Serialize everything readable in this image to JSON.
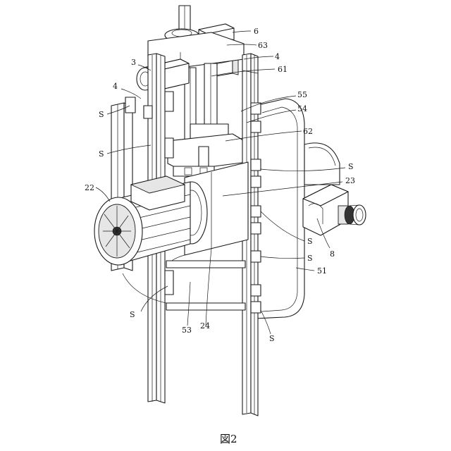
{
  "figure": {
    "caption": "図2"
  },
  "labels": {
    "l6": "6",
    "l63": "63",
    "l4a": "4",
    "l3": "3",
    "l61": "61",
    "l4b": "4",
    "l55": "55",
    "l54": "54",
    "l62": "62",
    "sA": "S",
    "sB": "S",
    "sC": "S",
    "l22": "22",
    "l23": "23",
    "sD": "S",
    "sE": "S",
    "l8": "8",
    "l51": "51",
    "sF": "S",
    "l53": "53",
    "l24": "24",
    "sG": "S"
  }
}
